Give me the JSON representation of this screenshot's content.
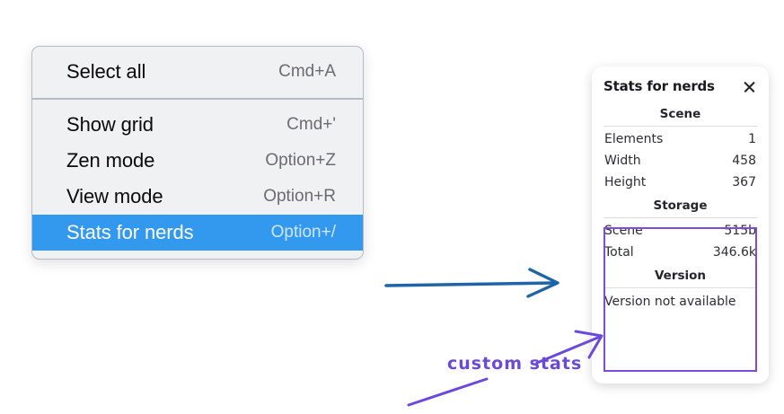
{
  "menu": {
    "name": "context-menu",
    "sections": [
      {
        "items": [
          {
            "label": "Select all",
            "shortcut": "Cmd+A",
            "selected": false
          }
        ]
      },
      {
        "items": [
          {
            "label": "Show grid",
            "shortcut": "Cmd+'",
            "selected": false
          },
          {
            "label": "Zen mode",
            "shortcut": "Option+Z",
            "selected": false
          },
          {
            "label": "View mode",
            "shortcut": "Option+R",
            "selected": false
          },
          {
            "label": "Stats for nerds",
            "shortcut": "Option+/",
            "selected": true
          }
        ]
      }
    ],
    "highlight_color": "#3399ee",
    "background_color": "#f0f1f3"
  },
  "stats_panel": {
    "title": "Stats for nerds",
    "close_icon": "close-icon",
    "sections": [
      {
        "heading": "Scene",
        "rows": [
          {
            "label": "Elements",
            "value": "1"
          },
          {
            "label": "Width",
            "value": "458"
          },
          {
            "label": "Height",
            "value": "367"
          }
        ]
      },
      {
        "heading": "Storage",
        "rows": [
          {
            "label": "Scene",
            "value": "515b"
          },
          {
            "label": "Total",
            "value": "346.6k"
          }
        ]
      },
      {
        "heading": "Version",
        "single_line": "Version not available"
      }
    ]
  },
  "annotations": {
    "custom_stats_label": "custom stats",
    "purple_color": "#6b49db",
    "blue_arrow_color": "#1f63a8"
  }
}
